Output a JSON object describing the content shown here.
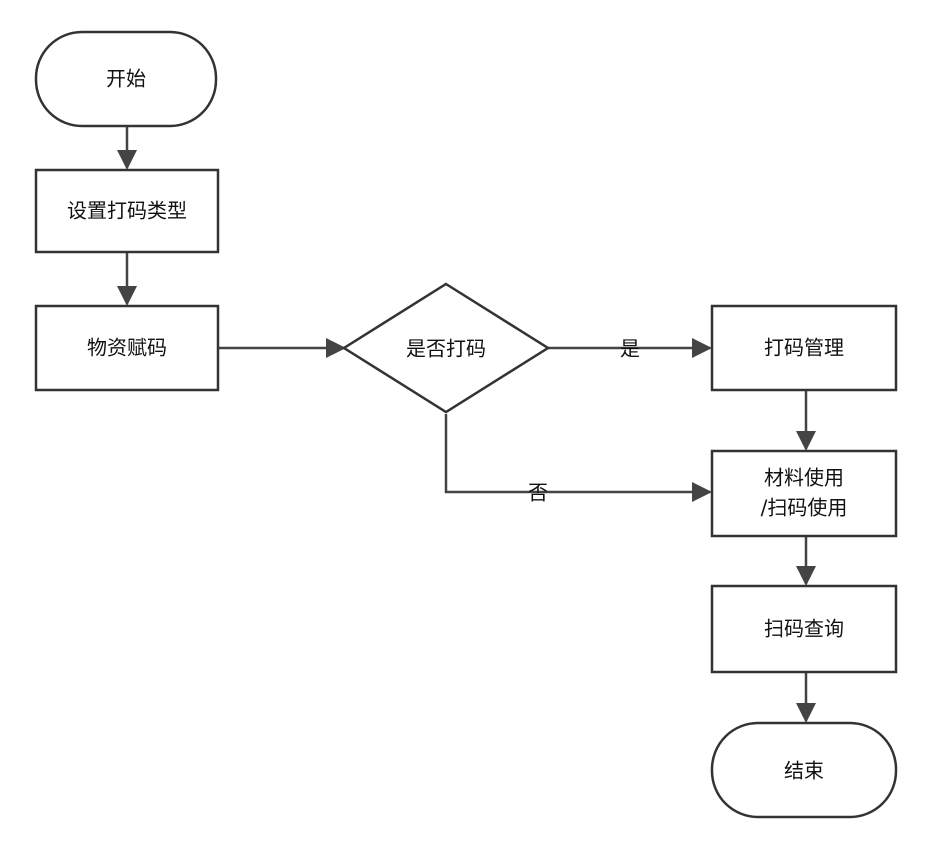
{
  "diagram": {
    "nodes": {
      "start": {
        "label": "开始"
      },
      "set_type": {
        "label": "设置打码类型"
      },
      "assign": {
        "label": "物资赋码"
      },
      "decision": {
        "label": "是否打码"
      },
      "manage": {
        "label": "打码管理"
      },
      "use_line1": {
        "label": "材料使用"
      },
      "use_line2": {
        "label": "/扫码使用"
      },
      "query": {
        "label": "扫码查询"
      },
      "end": {
        "label": "结束"
      }
    },
    "edges": {
      "yes": {
        "label": "是"
      },
      "no": {
        "label": "否"
      }
    }
  },
  "colors": {
    "stroke": "#333333",
    "arrow": "#444444",
    "text": "#111111",
    "background": "#ffffff"
  }
}
